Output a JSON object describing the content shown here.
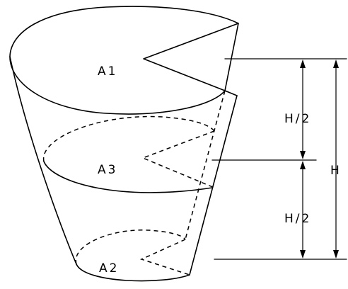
{
  "labels": {
    "top_area": "A1",
    "middle_area": "A3",
    "bottom_area": "A2",
    "upper_half_height": "H/2",
    "lower_half_height": "H/2",
    "total_height": "H"
  },
  "colors": {
    "stroke": "#000000",
    "background": "#ffffff"
  }
}
